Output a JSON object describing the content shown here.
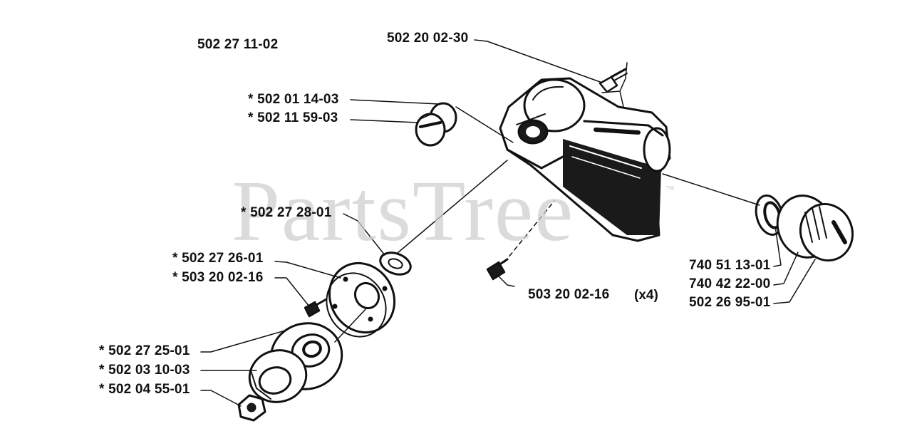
{
  "assembly": {
    "number": "502 27 11-02"
  },
  "watermark": {
    "text": "PartsTree",
    "trademark": "™"
  },
  "callouts": [
    {
      "id": "c1",
      "text": "502 20 02-30"
    },
    {
      "id": "c2",
      "text": "*  502 01 14-03"
    },
    {
      "id": "c3",
      "text": "*  502 11 59-03"
    },
    {
      "id": "c4",
      "text": "*  502 27 28-01"
    },
    {
      "id": "c5",
      "text": "*  502 27 26-01"
    },
    {
      "id": "c6",
      "text": "*  503 20 02-16"
    },
    {
      "id": "c7",
      "text": "503 20 02-16",
      "qty": "(x4)"
    },
    {
      "id": "c8",
      "text": "*  502 27 25-01"
    },
    {
      "id": "c9",
      "text": "*  502 03 10-03"
    },
    {
      "id": "c10",
      "text": "*  502 04 55-01"
    },
    {
      "id": "c11",
      "text": "740 51 13-01"
    },
    {
      "id": "c12",
      "text": "740 42 22-00"
    },
    {
      "id": "c13",
      "text": "502 26 95-01"
    }
  ]
}
